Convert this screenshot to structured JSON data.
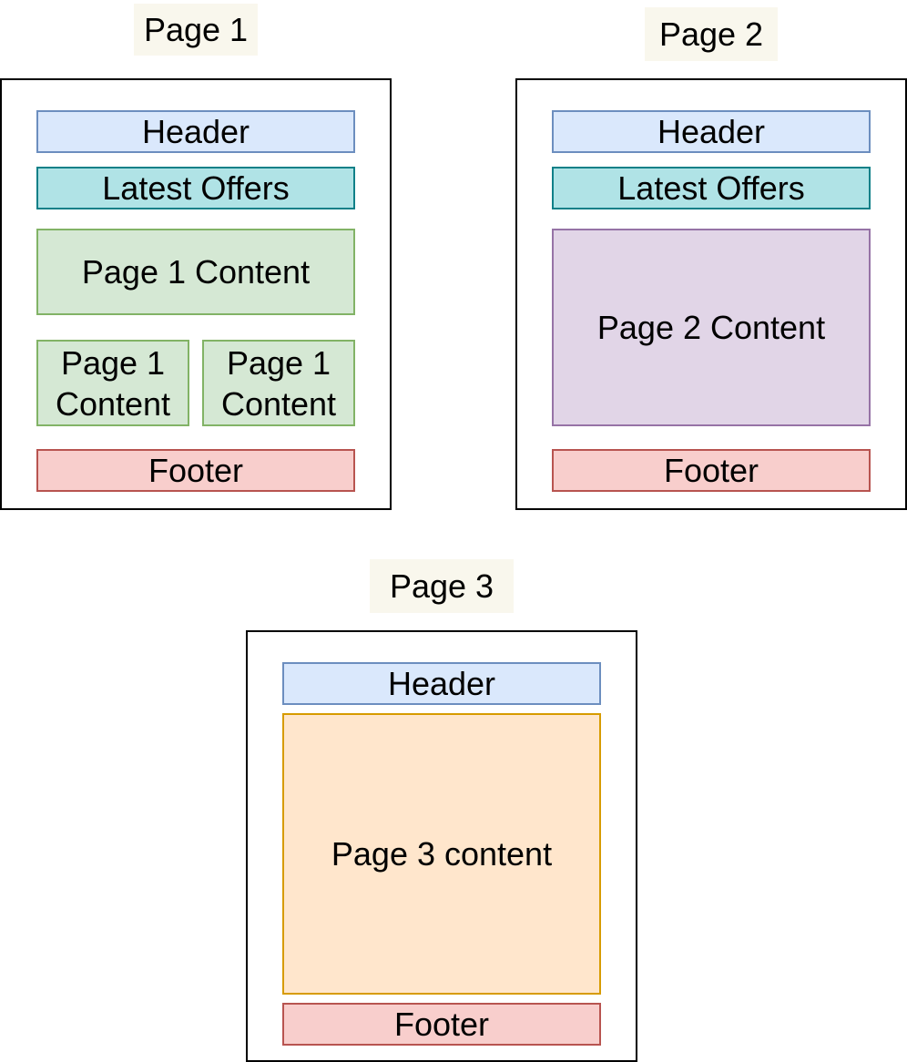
{
  "page1": {
    "title": "Page 1",
    "header": "Header",
    "latest_offers": "Latest Offers",
    "content_main": "Page 1 Content",
    "content_left": {
      "line1": "Page 1",
      "line2": "Content"
    },
    "content_right": {
      "line1": "Page 1",
      "line2": "Content"
    },
    "footer": "Footer"
  },
  "page2": {
    "title": "Page 2",
    "header": "Header",
    "latest_offers": "Latest Offers",
    "content_main": "Page 2 Content",
    "footer": "Footer"
  },
  "page3": {
    "title": "Page 3",
    "header": "Header",
    "content_main": "Page 3 content",
    "footer": "Footer"
  },
  "colors": {
    "title_bg": "#f9f7ed",
    "header_fill": "#dae8fc",
    "header_stroke": "#6c8ebf",
    "offers_fill": "#b0e3e6",
    "offers_stroke": "#0e8088",
    "footer_fill": "#f8cecc",
    "footer_stroke": "#b85450",
    "page1_content_fill": "#d5e8d4",
    "page1_content_stroke": "#82b366",
    "page2_content_fill": "#e1d5e7",
    "page2_content_stroke": "#9673a6",
    "page3_content_fill": "#ffe6cc",
    "page3_content_stroke": "#d79b00"
  }
}
